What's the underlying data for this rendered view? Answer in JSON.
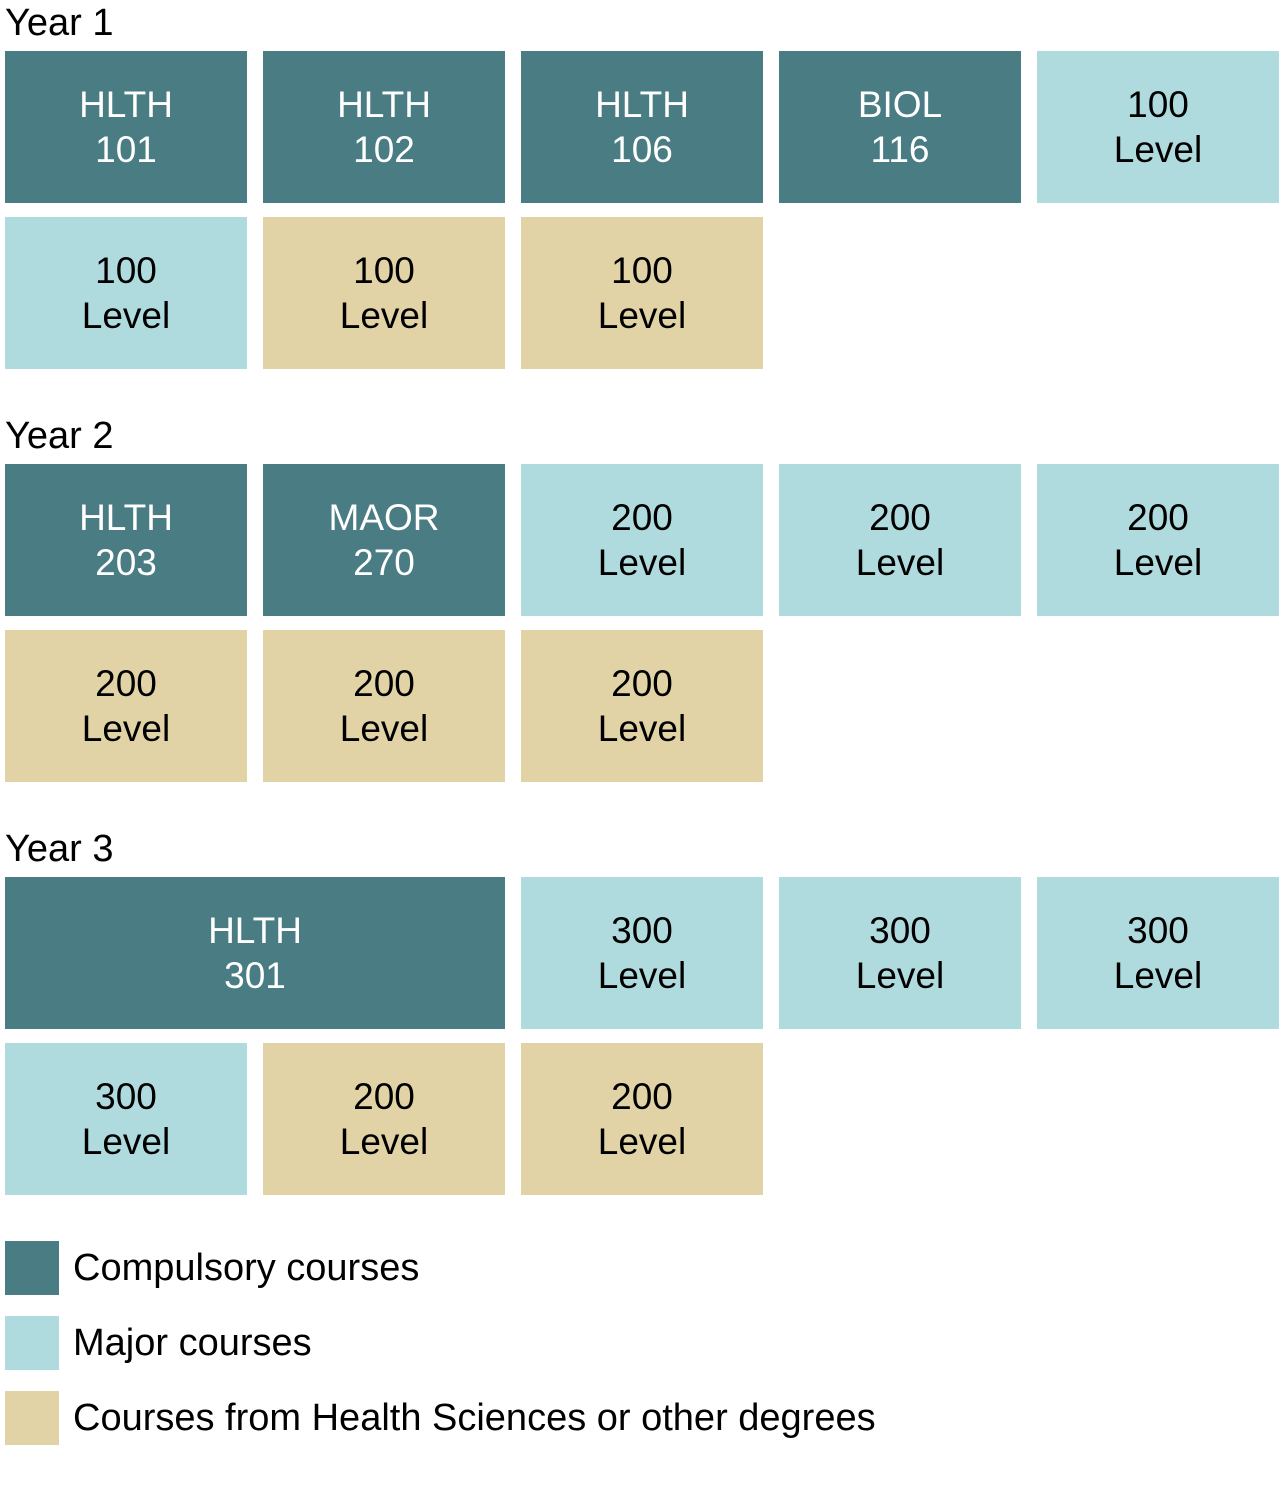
{
  "colors": {
    "compulsory": "#4A7C84",
    "major": "#B0DBDE",
    "other": "#E1D3A5",
    "background": "#FFFFFF",
    "text_on_compulsory": "#FFFFFF",
    "text_on_light": "#000000"
  },
  "years": [
    {
      "label": "Year 1",
      "rows": [
        [
          {
            "line1": "HLTH",
            "line2": "101",
            "type": "compulsory"
          },
          {
            "line1": "HLTH",
            "line2": "102",
            "type": "compulsory"
          },
          {
            "line1": "HLTH",
            "line2": "106",
            "type": "compulsory"
          },
          {
            "line1": "BIOL",
            "line2": "116",
            "type": "compulsory"
          },
          {
            "line1": "100",
            "line2": "Level",
            "type": "major"
          }
        ],
        [
          {
            "line1": "100",
            "line2": "Level",
            "type": "major"
          },
          {
            "line1": "100",
            "line2": "Level",
            "type": "other"
          },
          {
            "line1": "100",
            "line2": "Level",
            "type": "other"
          }
        ]
      ]
    },
    {
      "label": "Year 2",
      "rows": [
        [
          {
            "line1": "HLTH",
            "line2": "203",
            "type": "compulsory"
          },
          {
            "line1": "MAOR",
            "line2": "270",
            "type": "compulsory"
          },
          {
            "line1": "200",
            "line2": "Level",
            "type": "major"
          },
          {
            "line1": "200",
            "line2": "Level",
            "type": "major"
          },
          {
            "line1": "200",
            "line2": "Level",
            "type": "major"
          }
        ],
        [
          {
            "line1": "200",
            "line2": "Level",
            "type": "other"
          },
          {
            "line1": "200",
            "line2": "Level",
            "type": "other"
          },
          {
            "line1": "200",
            "line2": "Level",
            "type": "other"
          }
        ]
      ]
    },
    {
      "label": "Year 3",
      "rows": [
        [
          {
            "line1": "HLTH",
            "line2": "301",
            "type": "compulsory",
            "wide": true
          },
          {
            "line1": "300",
            "line2": "Level",
            "type": "major"
          },
          {
            "line1": "300",
            "line2": "Level",
            "type": "major"
          },
          {
            "line1": "300",
            "line2": "Level",
            "type": "major"
          }
        ],
        [
          {
            "line1": "300",
            "line2": "Level",
            "type": "major"
          },
          {
            "line1": "200",
            "line2": "Level",
            "type": "other"
          },
          {
            "line1": "200",
            "line2": "Level",
            "type": "other"
          }
        ]
      ]
    }
  ],
  "legend": {
    "items": [
      {
        "label": "Compulsory courses",
        "type": "compulsory"
      },
      {
        "label": "Major courses",
        "type": "major"
      },
      {
        "label": "Courses from Health Sciences or other degrees",
        "type": "other"
      }
    ]
  }
}
